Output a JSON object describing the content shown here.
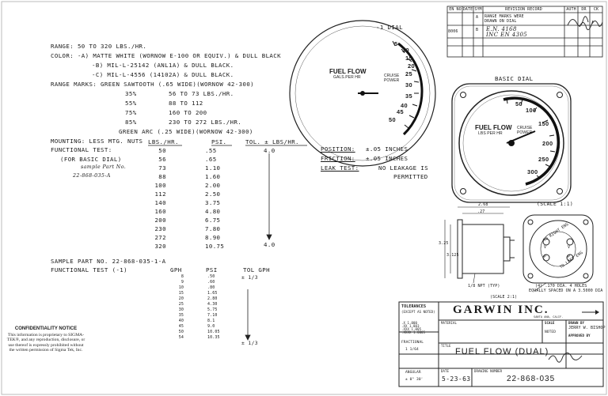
{
  "specs": {
    "range": "RANGE: 50 TO 320 LBS./HR.",
    "color_a": "COLOR: -A) MATTE WHITE (WORNOW E-100 OR EQUIV.) & DULL BLACK",
    "color_b": "-B) MIL-L-25142 (ANL1A) & DULL BLACK.",
    "color_c": "-C) MIL-L-4556 (14102A) & DULL BLACK.",
    "range_marks": "RANGE MARKS: GREEN SAWTOOTH (.65 WIDE)(WORNOW 42-300)",
    "sawtooth": [
      {
        "pct": "35%",
        "val": "56 TO 73 LBS./HR."
      },
      {
        "pct": "55%",
        "val": "88 TO 112"
      },
      {
        "pct": "75%",
        "val": "160 TO 200"
      },
      {
        "pct": "85%",
        "val": "230 TO 272 LBS./HR."
      }
    ],
    "green_arc": "GREEN ARC (.25 WIDE)(WORNOW 42-300)",
    "mounting": "MOUNTING: LESS MTG. NUTS",
    "functional": "FUNCTIONAL TEST:",
    "basic_dial_note": "(FOR BASIC DIAL)",
    "sample_note": "sample Part No.",
    "sample_part_hw": "22-868-035-A",
    "col_lbs": "LBS./HR.",
    "col_psi": "PSI.",
    "col_tol": "TOL. ± LBS/HR.",
    "rows": [
      {
        "lbs": "50",
        "psi": ".55"
      },
      {
        "lbs": "56",
        "psi": ".65"
      },
      {
        "lbs": "73",
        "psi": "1.10"
      },
      {
        "lbs": "88",
        "psi": "1.60"
      },
      {
        "lbs": "100",
        "psi": "2.00"
      },
      {
        "lbs": "112",
        "psi": "2.50"
      },
      {
        "lbs": "140",
        "psi": "3.75"
      },
      {
        "lbs": "160",
        "psi": "4.80"
      },
      {
        "lbs": "200",
        "psi": "6.75"
      },
      {
        "lbs": "230",
        "psi": "7.80"
      },
      {
        "lbs": "272",
        "psi": "8.90"
      },
      {
        "lbs": "320",
        "psi": "10.75"
      }
    ],
    "tol_top": "4.0",
    "tol_bottom": "4.0"
  },
  "sample2": {
    "title": "SAMPLE PART NO. 22-868-035-1-A",
    "functional": "FUNCTIONAL TEST (-1)",
    "col_gph": "GPH",
    "col_psi": "PSI",
    "col_tol": "TOL GPH",
    "tol_top": "± 1/3",
    "tol_bottom": "± 1/3",
    "gph": [
      "8",
      "9",
      "10",
      "15",
      "20",
      "25",
      "30",
      "35",
      "40",
      "45",
      "50",
      "54"
    ],
    "psi": [
      ".50",
      ".60",
      ".80",
      "1.65",
      "2.80",
      "4.30",
      "5.75",
      "7.10",
      "8.1",
      "9.0",
      "10.05",
      "10.35"
    ]
  },
  "tests": {
    "position_label": "POSITION:",
    "position_val": "±.05 INCHES",
    "friction_label": "FRICTION:",
    "friction_val": "±.05 INCHES",
    "leak_label": "LEAK TEST:",
    "leak_val": "NO LEAKAGE IS",
    "leak_val2": "PERMITTED"
  },
  "dial1": {
    "caption": "-1 DIAL",
    "face_title": "FUEL FLOW",
    "face_sub": "GALS.PER HR",
    "cruise": "CRUISE",
    "power": "POWER",
    "ticks": [
      "10",
      "15",
      "20",
      "25",
      "30",
      "35",
      "40",
      "45",
      "50",
      "5"
    ]
  },
  "basic_dial": {
    "caption": "BASIC DIAL",
    "face_title": "FUEL FLOW",
    "face_sub": "LBS PER HR",
    "cruise": "CRUISE",
    "power": "POWER",
    "ticks": [
      "50",
      "100",
      "150",
      "200",
      "250",
      "300"
    ],
    "scale": "(SCALE 1:1)"
  },
  "side_view": {
    "dim_268": "2.68",
    "dim_27": ".27",
    "dim_325": "3.25",
    "dim_3125": "3.125",
    "npt": "1/8 NPT (TYP)",
    "scale": "(SCALE 2:1)",
    "holes_1": "(4) .170 DIA. 4 HOLES",
    "holes_2": "EQUALLY SPACED ON A 3.5000 DIA",
    "ports": [
      "TO RIGHT ENG",
      "TO LEFT ENG",
      "V",
      "V",
      "P",
      "P"
    ]
  },
  "revision": {
    "headers": [
      "EN NO",
      "DATE",
      "SYM",
      "REVISION RECORD",
      "AUTH",
      "DR",
      "CK"
    ],
    "en": "8006",
    "sym1": "A",
    "sym2": "B",
    "rev_a": "RANGE MARKS WERE",
    "rev_a2": "DRAWN ON DIAL",
    "rev_b": "E.N. 4168",
    "rev_b2": "INC EN 4305"
  },
  "title_block": {
    "tolerances": "TOLERANCES",
    "tol_note": "(EXCEPT AS NOTED)",
    "tol_rows": [
      ".X   1.000",
      ".XX  1.003",
      ".XXX 1.005",
      ".XXXX 1.0005"
    ],
    "fractional": "FRACTIONAL",
    "frac_val": "1 1/64",
    "angular": "ANGULAR",
    "ang_val": "± 0° 30'",
    "company": "GARWIN INC.",
    "company_sub": "SANTA ANA, CALIF.",
    "material": "MATERIAL",
    "scale_label": "SCALE",
    "scale_val": "NOTED",
    "drawn_by": "DRAWN BY",
    "drawn_name": "JERRY W. BISHOP",
    "approved_by": "APPROVED BY",
    "title_label": "TITLE",
    "title": "FUEL FLOW (DUAL)",
    "date_label": "DATE",
    "date": "5-23-63",
    "dwg_label": "DRAWING NUMBER",
    "dwg": "22-868-035"
  },
  "confidentiality": {
    "title": "CONFIDENTIALITY NOTICE",
    "body": "This information is proprietary to SIGMA-TEK®, and any reproduction, disclosure, or use thereof is expressly prohibited without the written permission of Sigma Tek, Inc."
  }
}
